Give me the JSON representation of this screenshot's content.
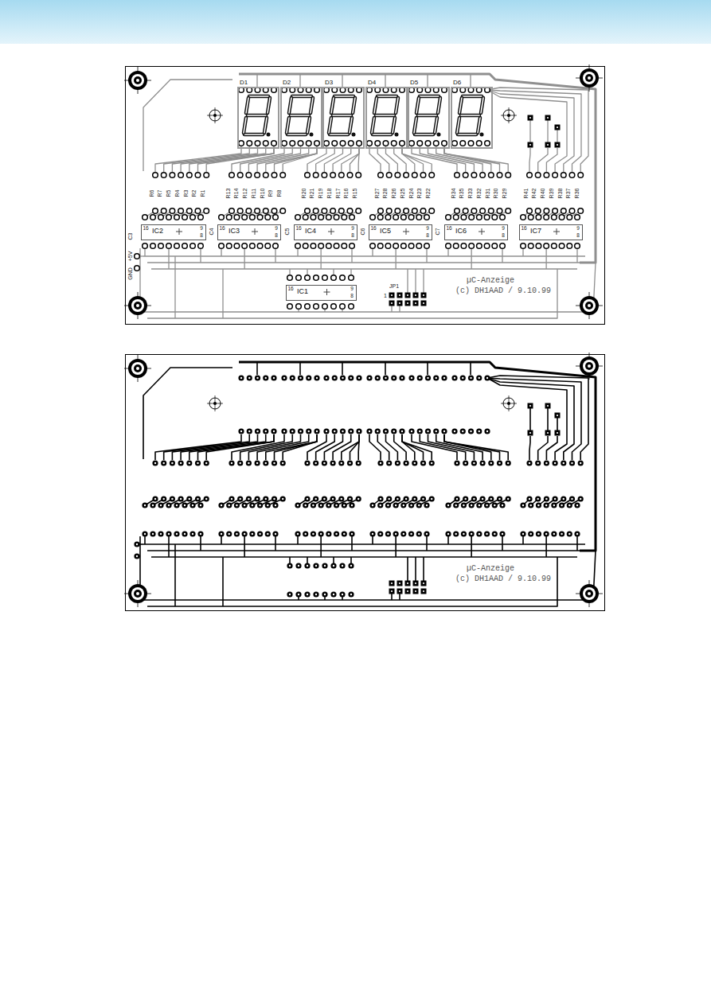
{
  "diagram": {
    "nodes": [
      {
        "text": [
          "µC-Anzeige",
          "(c) DH1AAD / 9.10.99"
        ]
      },
      {
        "text": [
          "D1"
        ],
        "in": 0
      },
      {
        "text": [
          "D2"
        ],
        "in": 0
      },
      {
        "text": [
          "D3"
        ],
        "in": 0
      },
      {
        "text": [
          "D4"
        ],
        "in": 0
      },
      {
        "text": [
          "D5"
        ],
        "in": 0
      },
      {
        "text": [
          "D6"
        ],
        "in": 0
      },
      {
        "text": [
          "IC2"
        ],
        "in": 0
      },
      {
        "text": [
          "IC3"
        ],
        "in": 0
      },
      {
        "text": [
          "IC4"
        ],
        "in": 0
      },
      {
        "text": [
          "IC5"
        ],
        "in": 0
      },
      {
        "text": [
          "IC6"
        ],
        "in": 0
      },
      {
        "text": [
          "IC7"
        ],
        "in": 0
      },
      {
        "text": [
          "IC1"
        ],
        "in": 0
      },
      {
        "text": [
          "µC-Anzeige",
          "(c) DH1AAD / 9.10.99"
        ]
      }
    ],
    "labels": [
      "R6",
      "R7",
      "R5",
      "R4",
      "R3",
      "R2",
      "R1",
      "R13",
      "R14",
      "R12",
      "R11",
      "R10",
      "R9",
      "R8",
      "R20",
      "R21",
      "R19",
      "R18",
      "R17",
      "R16",
      "R15",
      "R27",
      "R28",
      "R26",
      "R25",
      "R24",
      "R23",
      "R22",
      "R34",
      "R35",
      "R33",
      "R32",
      "R31",
      "R30",
      "R29",
      "R41",
      "R42",
      "R40",
      "R39",
      "R38",
      "R37",
      "R36",
      "C3",
      "C4",
      "C5",
      "C6",
      "C7",
      "16",
      "9",
      "8",
      "16",
      "9",
      "8",
      "16",
      "9",
      "8",
      "16",
      "9",
      "8",
      "16",
      "9",
      "8",
      "16",
      "9",
      "8",
      "16",
      "9",
      "8",
      "+5V",
      "GND",
      "JP1",
      "1"
    ]
  }
}
